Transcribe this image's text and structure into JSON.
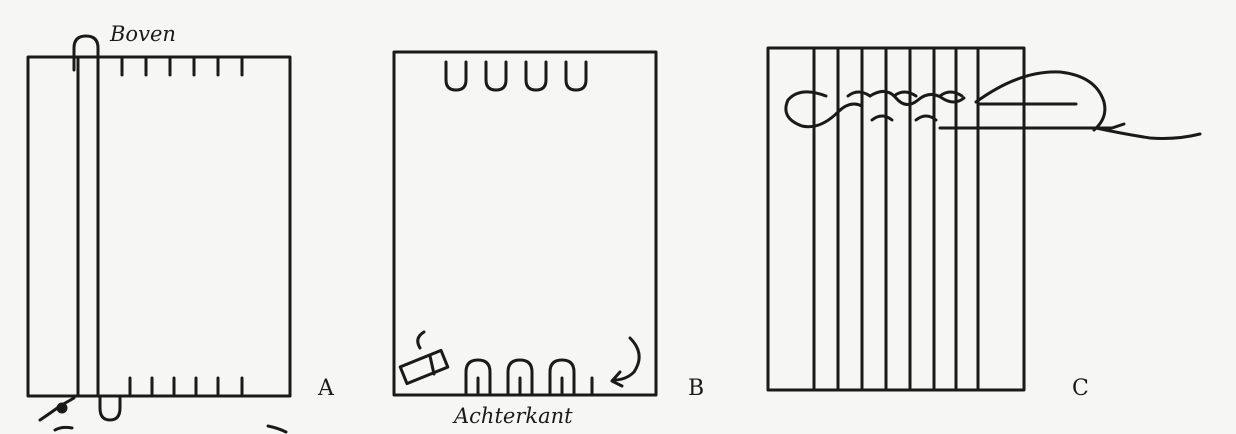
{
  "labels": {
    "top": "Boven",
    "bottom": "Achterkant",
    "panel_a": "A",
    "panel_b": "B",
    "panel_c": "C"
  },
  "colors": {
    "ink": "#1a1a1a",
    "paper": "#f6f6f4"
  }
}
